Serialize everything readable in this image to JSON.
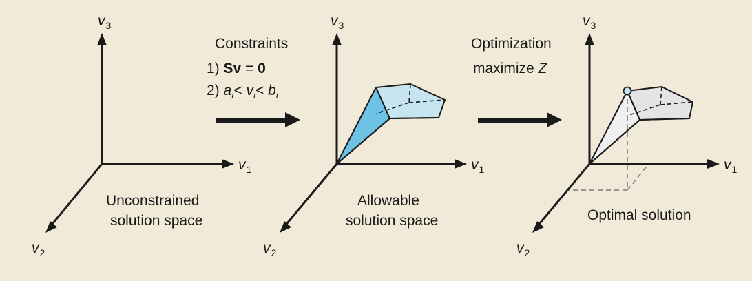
{
  "panels": [
    {
      "axes": {
        "v1": "v",
        "v1_sub": "1",
        "v2": "v",
        "v2_sub": "2",
        "v3": "v",
        "v3_sub": "3"
      },
      "caption_line1": "Unconstrained",
      "caption_line2": "solution space"
    },
    {
      "axes": {
        "v1": "v",
        "v1_sub": "1",
        "v2": "v",
        "v2_sub": "2",
        "v3": "v",
        "v3_sub": "3"
      },
      "caption_line1": "Allowable",
      "caption_line2": "solution space"
    },
    {
      "axes": {
        "v1": "v",
        "v1_sub": "1",
        "v2": "v",
        "v2_sub": "2",
        "v3": "v",
        "v3_sub": "3"
      },
      "caption_line1": "Optimal solution"
    }
  ],
  "constraints": {
    "title": "Constraints",
    "item1_prefix": "1) ",
    "item1_bold": "Sv",
    "item1_mid": " = ",
    "item1_zero": "0",
    "item2_prefix": "2) ",
    "item2_a": "a",
    "item2_i1": "i",
    "item2_lt1": "< ",
    "item2_v": "v",
    "item2_i2": "i",
    "item2_lt2": "< ",
    "item2_b": "b",
    "item2_i3": "i"
  },
  "optimization": {
    "title": "Optimization",
    "line2_prefix": "maximize ",
    "line2_var": "Z"
  },
  "colors": {
    "background": "#f1ead8",
    "feasible_fill": "#c6e5f1",
    "feasible_dark_face": "#6dc3e6",
    "optimal_fill": "#e4e4e4",
    "optimal_point": "#c6e5f1",
    "axis": "#1a1a1a",
    "dashed_projection": "#8c8c8c"
  }
}
